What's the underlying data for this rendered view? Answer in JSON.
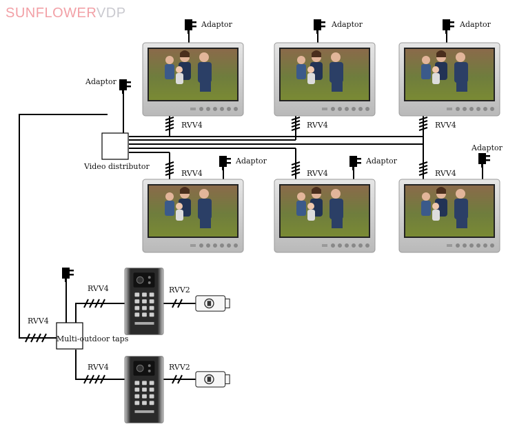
{
  "brand": {
    "part1": "SUNFLOWER",
    "part2": "VDP",
    "color1": "#f2a0a6",
    "color2": "#c9c9cf"
  },
  "labels": {
    "adaptor": "Adaptor",
    "rvv4": "RVV4",
    "rvv2": "RVV2",
    "video_distributor": "Video distributor",
    "multi_outdoor_taps": "Multi-outdoor taps"
  },
  "devices": {
    "monitor_count": 6,
    "outdoor_station_count": 2,
    "door_lock_count": 2
  },
  "colors": {
    "wire": "#000000",
    "monitor_frame": "#c9c9c9",
    "station_body": "#3a3a3a"
  }
}
